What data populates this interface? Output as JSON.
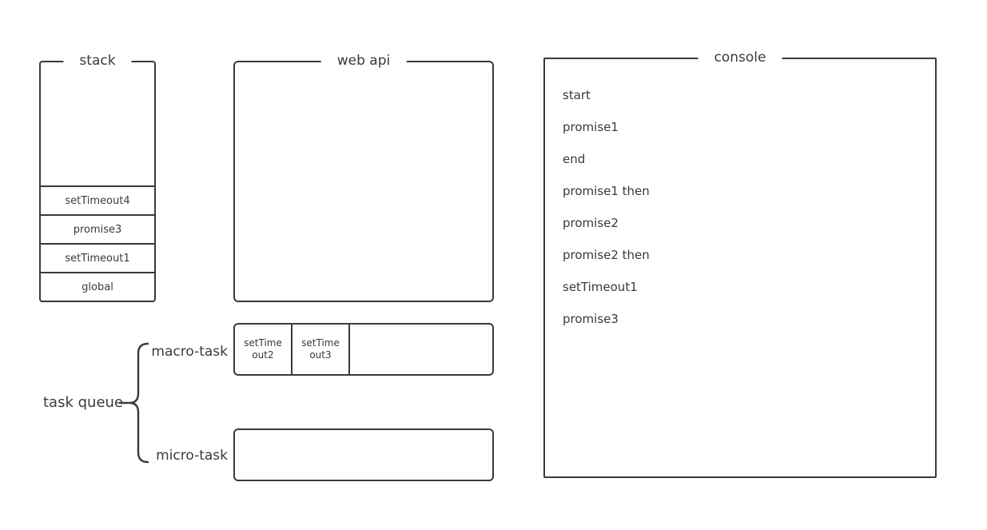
{
  "colors": {
    "line": "#3a3a3a",
    "text": "#3a3a3a",
    "background": "#ffffff"
  },
  "stack": {
    "title": "stack",
    "items": [
      "setTimeout4",
      "promise3",
      "setTimeout1",
      "global"
    ]
  },
  "web_api": {
    "title": "web api",
    "items": []
  },
  "console": {
    "title": "console",
    "lines": [
      "start",
      "promise1",
      "end",
      "promise1 then",
      "promise2",
      "promise2 then",
      "setTimeout1",
      "promise3"
    ]
  },
  "task_queue": {
    "label": "task queue",
    "macro_task": {
      "label": "macro-task",
      "items": [
        "setTimeout2",
        "setTimeout3"
      ]
    },
    "micro_task": {
      "label": "micro-task",
      "items": []
    }
  }
}
